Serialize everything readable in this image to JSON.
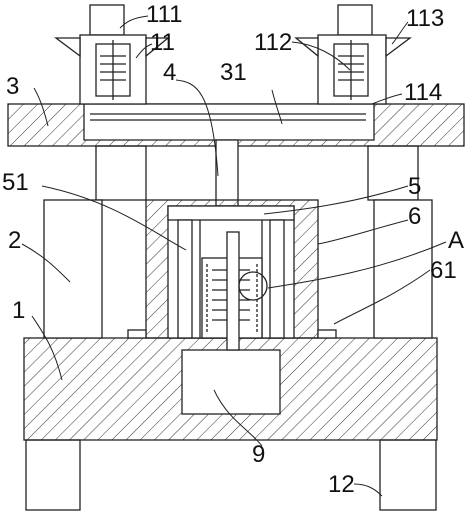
{
  "figure": {
    "labels": {
      "l111": "111",
      "l11": "11",
      "l4": "4",
      "l112": "112",
      "l113": "113",
      "l3": "3",
      "l31": "31",
      "l114": "114",
      "l51": "51",
      "l5": "5",
      "l6": "6",
      "l2": "2",
      "lA": "A",
      "l61": "61",
      "l1": "1",
      "l9": "9",
      "l12": "12"
    }
  }
}
